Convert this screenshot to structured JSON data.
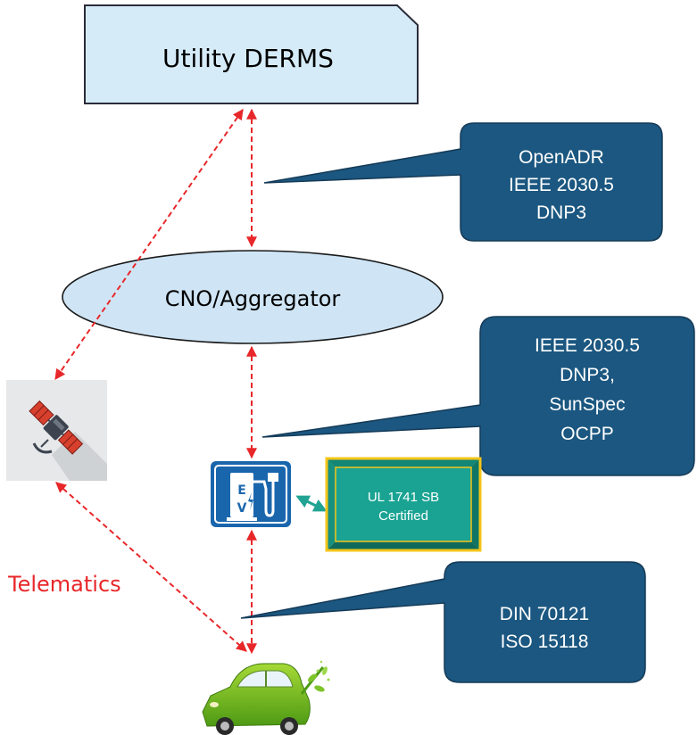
{
  "nodes": {
    "derms": "Utility DERMS",
    "aggregator": "CNO/Aggregator",
    "telematics": "Telematics",
    "certification": [
      "UL 1741 SB",
      "Certified"
    ]
  },
  "callouts": {
    "derms_protocols": [
      "OpenADR",
      "IEEE 2030.5",
      "DNP3"
    ],
    "charger_protocols": [
      "IEEE 2030.5",
      "DNP3,",
      "SunSpec",
      "OCPP"
    ],
    "vehicle_protocols": [
      "DIN 70121",
      "ISO 15118"
    ]
  },
  "icons": {
    "satellite": "satellite-icon",
    "charger": "ev-charging-station-icon",
    "vehicle": "electric-car-icon"
  },
  "charger_letters": [
    "E",
    "V"
  ],
  "colors": {
    "derms_fill": "#d6ebf8",
    "aggregator_fill": "#cfe5f5",
    "callout_fill": "#1b5780",
    "link_red": "#e8272a",
    "cert_fill": "#1aa393",
    "cert_border": "#f5c518",
    "charger_blue": "#1a66ad",
    "teal_arrow": "#21a393"
  }
}
